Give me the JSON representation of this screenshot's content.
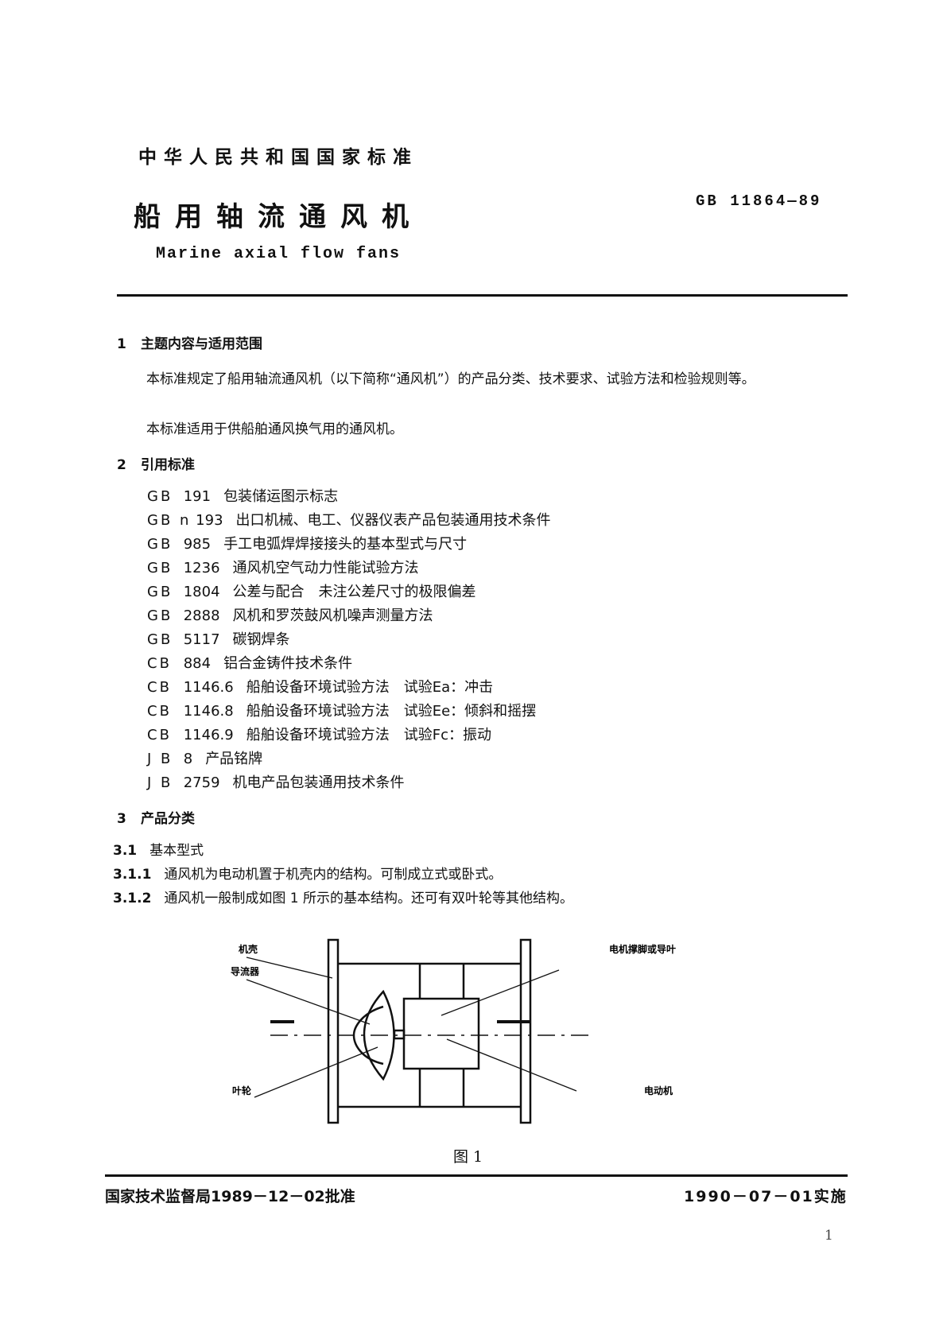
{
  "header": {
    "issuer": "中华人民共和国国家标准",
    "title": "船用轴流通风机",
    "title_en": "Marine axial flow fans",
    "code": "GB 11864—89"
  },
  "section1": {
    "num": "1",
    "title": "主题内容与适用范围",
    "para1": "本标准规定了船用轴流通风机（以下简称“通风机”）的产品分类、技术要求、试验方法和检验规则等。",
    "para2": "本标准适用于供船舶通风换气用的通风机。"
  },
  "section2": {
    "num": "2",
    "title": "引用标准",
    "refs": [
      {
        "code": "GB",
        "num": "191",
        "title": "包装储运图示标志"
      },
      {
        "code": "GB n",
        "num": "193",
        "title": "出口机械、电工、仪器仪表产品包装通用技术条件"
      },
      {
        "code": "GB",
        "num": "985",
        "title": "手工电弧焊焊接接头的基本型式与尺寸"
      },
      {
        "code": "GB",
        "num": "1236",
        "title": "通风机空气动力性能试验方法"
      },
      {
        "code": "GB",
        "num": "1804",
        "title": "公差与配合　未注公差尺寸的极限偏差"
      },
      {
        "code": "GB",
        "num": "2888",
        "title": "风机和罗茨鼓风机噪声测量方法"
      },
      {
        "code": "GB",
        "num": "5117",
        "title": "碳钢焊条"
      },
      {
        "code": "CB",
        "num": "884",
        "title": "铝合金铸件技术条件"
      },
      {
        "code": "CB",
        "num": "1146.6",
        "title": "船舶设备环境试验方法　试验Ea：冲击"
      },
      {
        "code": "CB",
        "num": "1146.8",
        "title": "船舶设备环境试验方法　试验Ee：倾斜和摇摆"
      },
      {
        "code": "CB",
        "num": "1146.9",
        "title": "船舶设备环境试验方法　试验Fc：振动"
      },
      {
        "code": "J B",
        "num": "8",
        "title": "产品铭牌"
      },
      {
        "code": "J B",
        "num": "2759",
        "title": "机电产品包装通用技术条件"
      }
    ]
  },
  "section3": {
    "num": "3",
    "title": "产品分类",
    "s31": {
      "num": "3.1",
      "title": "基本型式"
    },
    "s311": {
      "num": "3.1.1",
      "text": "通风机为电动机置于机壳内的结构。可制成立式或卧式。"
    },
    "s312": {
      "num": "3.1.2",
      "text": "通风机一般制成如图 1 所示的基本结构。还可有双叶轮等其他结构。"
    }
  },
  "figure": {
    "labels": {
      "casing": "机壳",
      "guide": "导流器",
      "impeller": "叶轮",
      "support": "电机撑脚或导叶",
      "motor": "电动机"
    },
    "caption": "图 1"
  },
  "footer": {
    "approval": "国家技术监督局1989－12－02批准",
    "effective": "1990－07－01实施",
    "page": "1"
  }
}
